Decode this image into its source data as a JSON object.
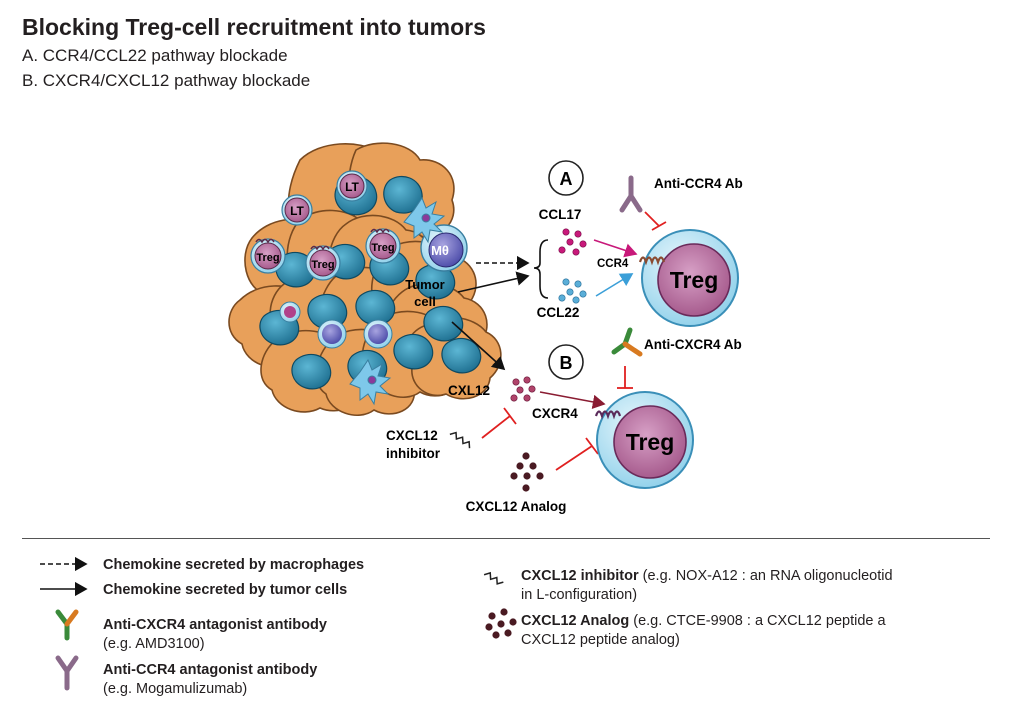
{
  "header": {
    "title": "Blocking Treg-cell recruitment into tumors",
    "line_a": "A. CCR4/CCL22 pathway blockade",
    "line_b": "B. CXCR4/CXCL12 pathway blockade"
  },
  "diagram": {
    "cells": {
      "lt_1": "LT",
      "lt_2": "LT",
      "treg_1": "Treg",
      "treg_2": "Treg",
      "treg_3": "Treg",
      "macrophage": "Mθ",
      "tumor_cell_line1": "Tumor",
      "tumor_cell_line2": "cell"
    },
    "panel_a": {
      "marker": "A",
      "anti_ccr4": "Anti-CCR4 Ab",
      "ccl17": "CCL17",
      "ccl22": "CCL22",
      "ccr4": "CCR4",
      "treg": "Treg"
    },
    "panel_b": {
      "marker": "B",
      "anti_cxcr4": "Anti-CXCR4 Ab",
      "cxl12": "CXL12",
      "cxcr4": "CXCR4",
      "inhibitor_line1": "CXCL12",
      "inhibitor_line2": "inhibitor",
      "analog": "CXCL12 Analog",
      "treg": "Treg"
    },
    "colors": {
      "tumor": "#e8a05a",
      "nucleus": "#2e8fb0",
      "treg_body": "#c57ba8",
      "ccl17_dots": "#c8197a",
      "ccl22_dots": "#5aaed8",
      "cxcl12_dots": "#b0436a",
      "inhibit": "#e02020",
      "analog_dots": "#4a1a22"
    }
  },
  "legend": {
    "dashed": "Chemokine secreted by macrophages",
    "solid": "Chemokine secreted by tumor cells",
    "cxcr4_ab_title": "Anti-CXCR4 antagonist antibody",
    "cxcr4_ab_example": "(e.g. AMD3100)",
    "ccr4_ab_title": "Anti-CCR4 antagonist antibody",
    "ccr4_ab_example": "(e.g. Mogamulizumab)",
    "inhibitor_title": "CXCL12 inhibitor",
    "inhibitor_desc_line1": "(e.g. NOX-A12 : an RNA oligonucleotid",
    "inhibitor_desc_line2": "in L-configuration)",
    "analog_title": "CXCL12 Analog",
    "analog_desc_line1": "(e.g. CTCE-9908 : a CXCL12 peptide a",
    "analog_desc_line2": "CXCL12 peptide analog)"
  }
}
